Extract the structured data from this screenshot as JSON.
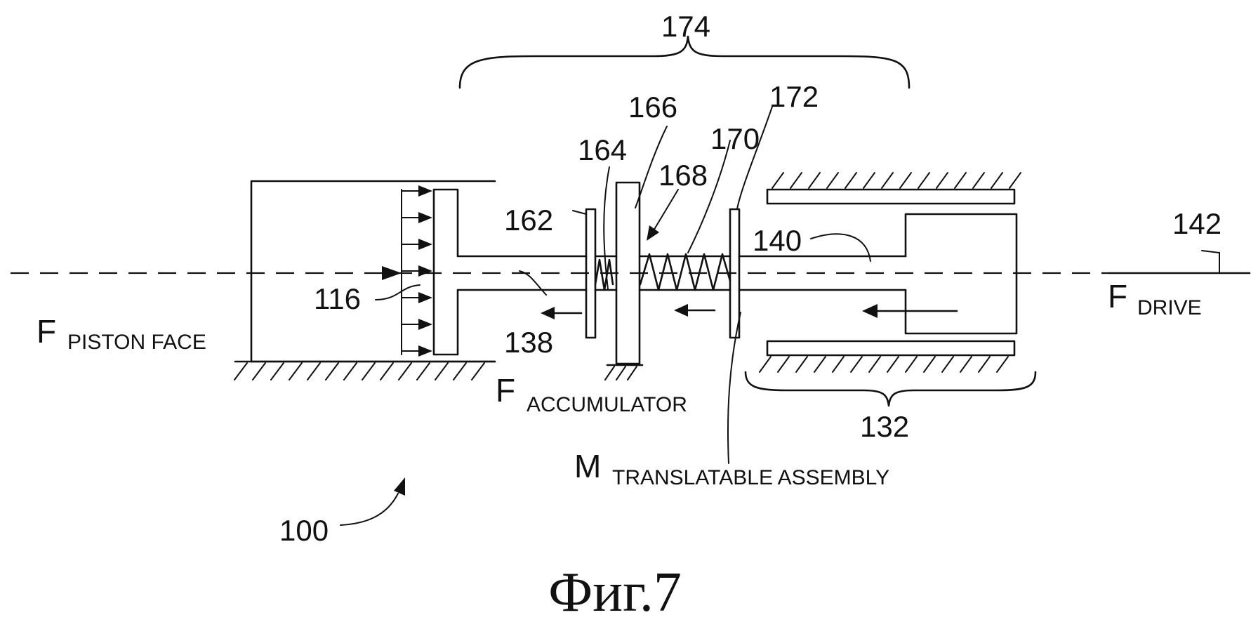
{
  "labels": {
    "n174": "174",
    "n172": "172",
    "n166": "166",
    "n170": "170",
    "n164": "164",
    "n168": "168",
    "n162": "162",
    "n140": "140",
    "n142": "142",
    "n116": "116",
    "n138": "138",
    "n132": "132",
    "n100": "100"
  },
  "forces": {
    "piston_face": {
      "symbol": "F",
      "subscript": "PISTON FACE"
    },
    "accumulator": {
      "symbol": "F",
      "subscript": "ACCUMULATOR"
    },
    "drive": {
      "symbol": "F",
      "subscript": "DRIVE"
    },
    "translatable_assembly": {
      "symbol": "M",
      "subscript": "TRANSLATABLE ASSEMBLY"
    }
  },
  "caption": "Фиг.7"
}
